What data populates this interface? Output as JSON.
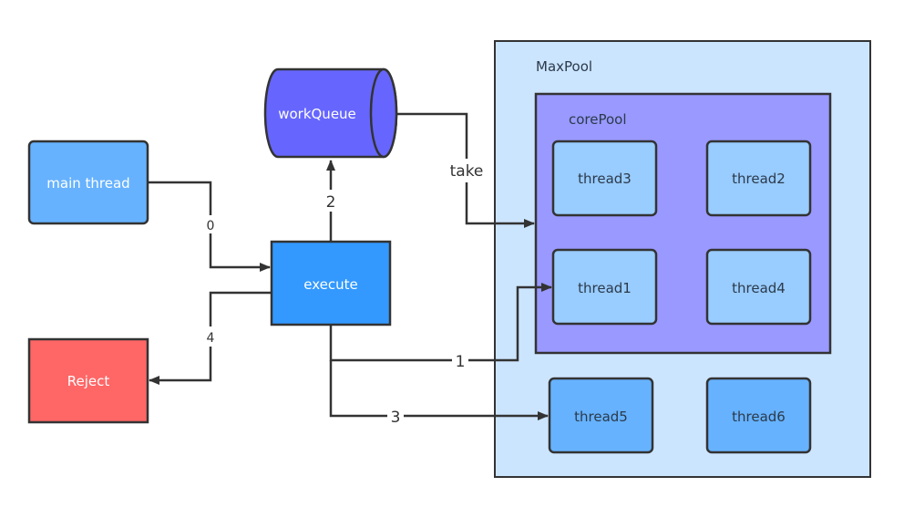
{
  "colors": {
    "main_thread": "#66b2ff",
    "execute": "#3399ff",
    "reject": "#ff6666",
    "work_queue": "#6666ff",
    "max_pool": "#cce5ff",
    "core_pool": "#9999ff",
    "core_thread": "#99ccff",
    "extra_thread": "#66b2ff",
    "stroke": "#333333"
  },
  "nodes": {
    "main_thread": "main thread",
    "execute": "execute",
    "reject": "Reject",
    "work_queue": "workQueue"
  },
  "pools": {
    "max_pool": "MaxPool",
    "core_pool": "corePool"
  },
  "threads": {
    "thread1": "thread1",
    "thread2": "thread2",
    "thread3": "thread3",
    "thread4": "thread4",
    "thread5": "thread5",
    "thread6": "thread6"
  },
  "edges": {
    "e0": "0",
    "e1": "1",
    "e2": "2",
    "e3": "3",
    "e4": "4",
    "take": "take"
  }
}
